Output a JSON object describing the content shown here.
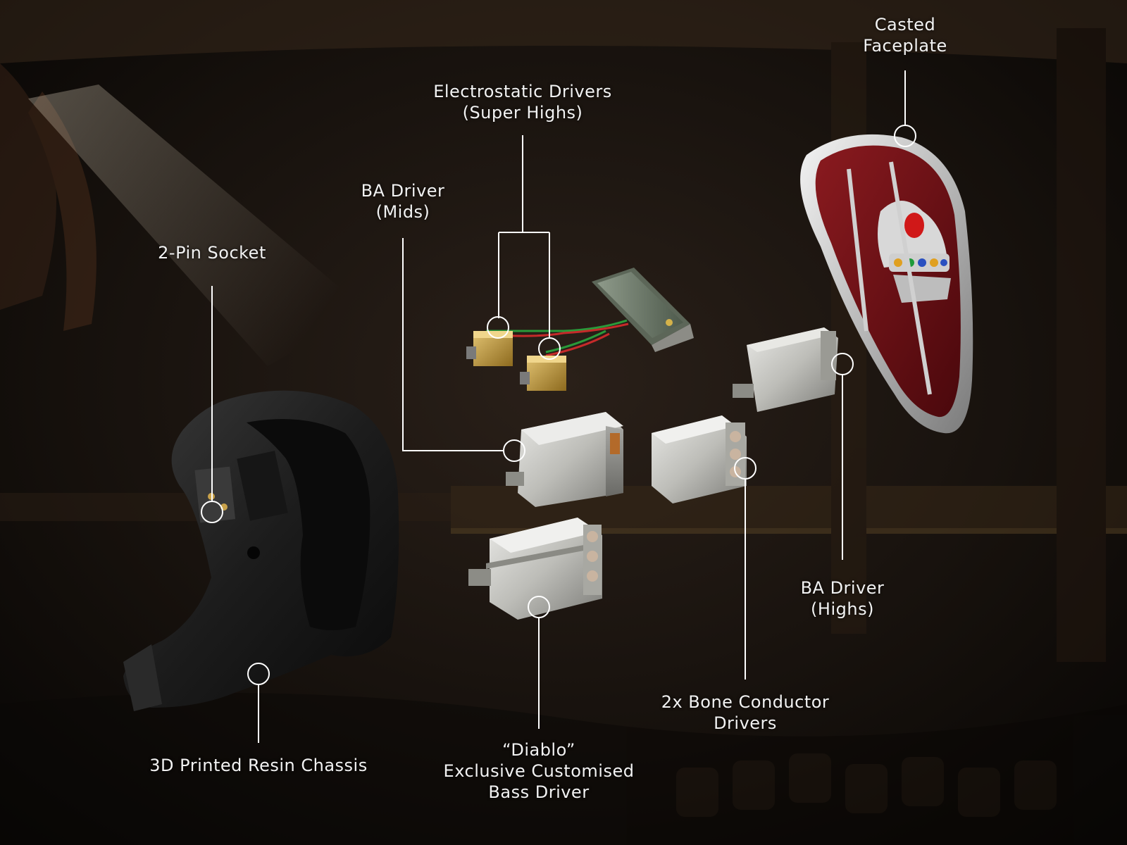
{
  "colors": {
    "background": "#0d0a08",
    "leader_line": "#ffffff",
    "label_text": "#f2f2f2",
    "faceplate_red": "#6e0f14",
    "faceplate_rim": "#c9c9c9",
    "shell": "#1a1a1a",
    "driver_metal": "#c4c4c0",
    "electrostatic_gold": "#b48a2c"
  },
  "labels": {
    "faceplate": [
      "Casted",
      "Faceplate"
    ],
    "electrostatic": [
      "Electrostatic Drivers",
      "(Super Highs)"
    ],
    "ba_mids": [
      "BA Driver",
      "(Mids)"
    ],
    "two_pin": [
      "2-Pin Socket"
    ],
    "ba_highs": [
      "BA Driver",
      "(Highs)"
    ],
    "bone": [
      "2x Bone Conductor",
      "Drivers"
    ],
    "diablo": [
      "“Diablo”",
      "Exclusive Customised",
      "Bass Driver"
    ],
    "chassis": [
      "3D Printed Resin Chassis"
    ]
  }
}
